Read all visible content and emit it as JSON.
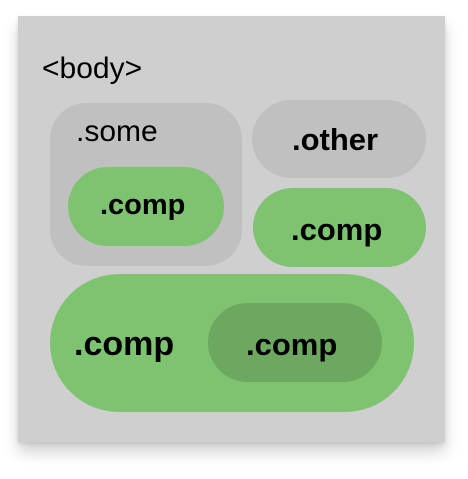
{
  "diagram": {
    "body_label": "<body>",
    "some": {
      "label": ".some",
      "comp_label": ".comp"
    },
    "other": {
      "label": ".other",
      "comp_label": ".comp"
    },
    "big_comp": {
      "label": ".comp",
      "nested_comp_label": ".comp"
    },
    "colors": {
      "body_background": "#cfcfcf",
      "grey_box": "#c0c0c0",
      "comp_green": "#7dc370",
      "nested_comp_green": "#6ca85f"
    }
  }
}
